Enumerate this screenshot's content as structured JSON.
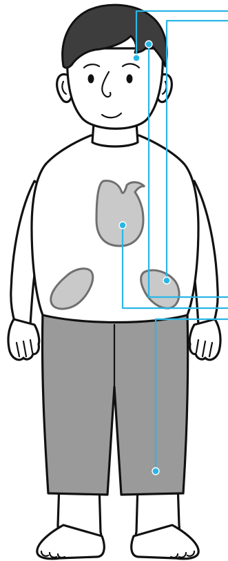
{
  "figure": {
    "palette": {
      "line": "#111111",
      "skin": "#ffffff",
      "hair": "#3d3d3d",
      "shorts": "#9a9a9a",
      "organ": "#c9c9c9",
      "organ_outline": "#6f6f6f",
      "leader": "#29b6e6"
    },
    "parts": [
      "hair",
      "head",
      "face",
      "ears",
      "neck",
      "torso",
      "left-arm",
      "right-arm",
      "hands",
      "shorts",
      "legs",
      "feet"
    ],
    "organs": [
      "liver",
      "left-kidney",
      "right-kidney"
    ]
  },
  "callouts": [
    {
      "id": "callout-head",
      "target": "head"
    },
    {
      "id": "callout-right-kidney",
      "target": "right-kidney"
    },
    {
      "id": "callout-liver",
      "target": "liver"
    },
    {
      "id": "callout-leg",
      "target": "leg"
    }
  ]
}
